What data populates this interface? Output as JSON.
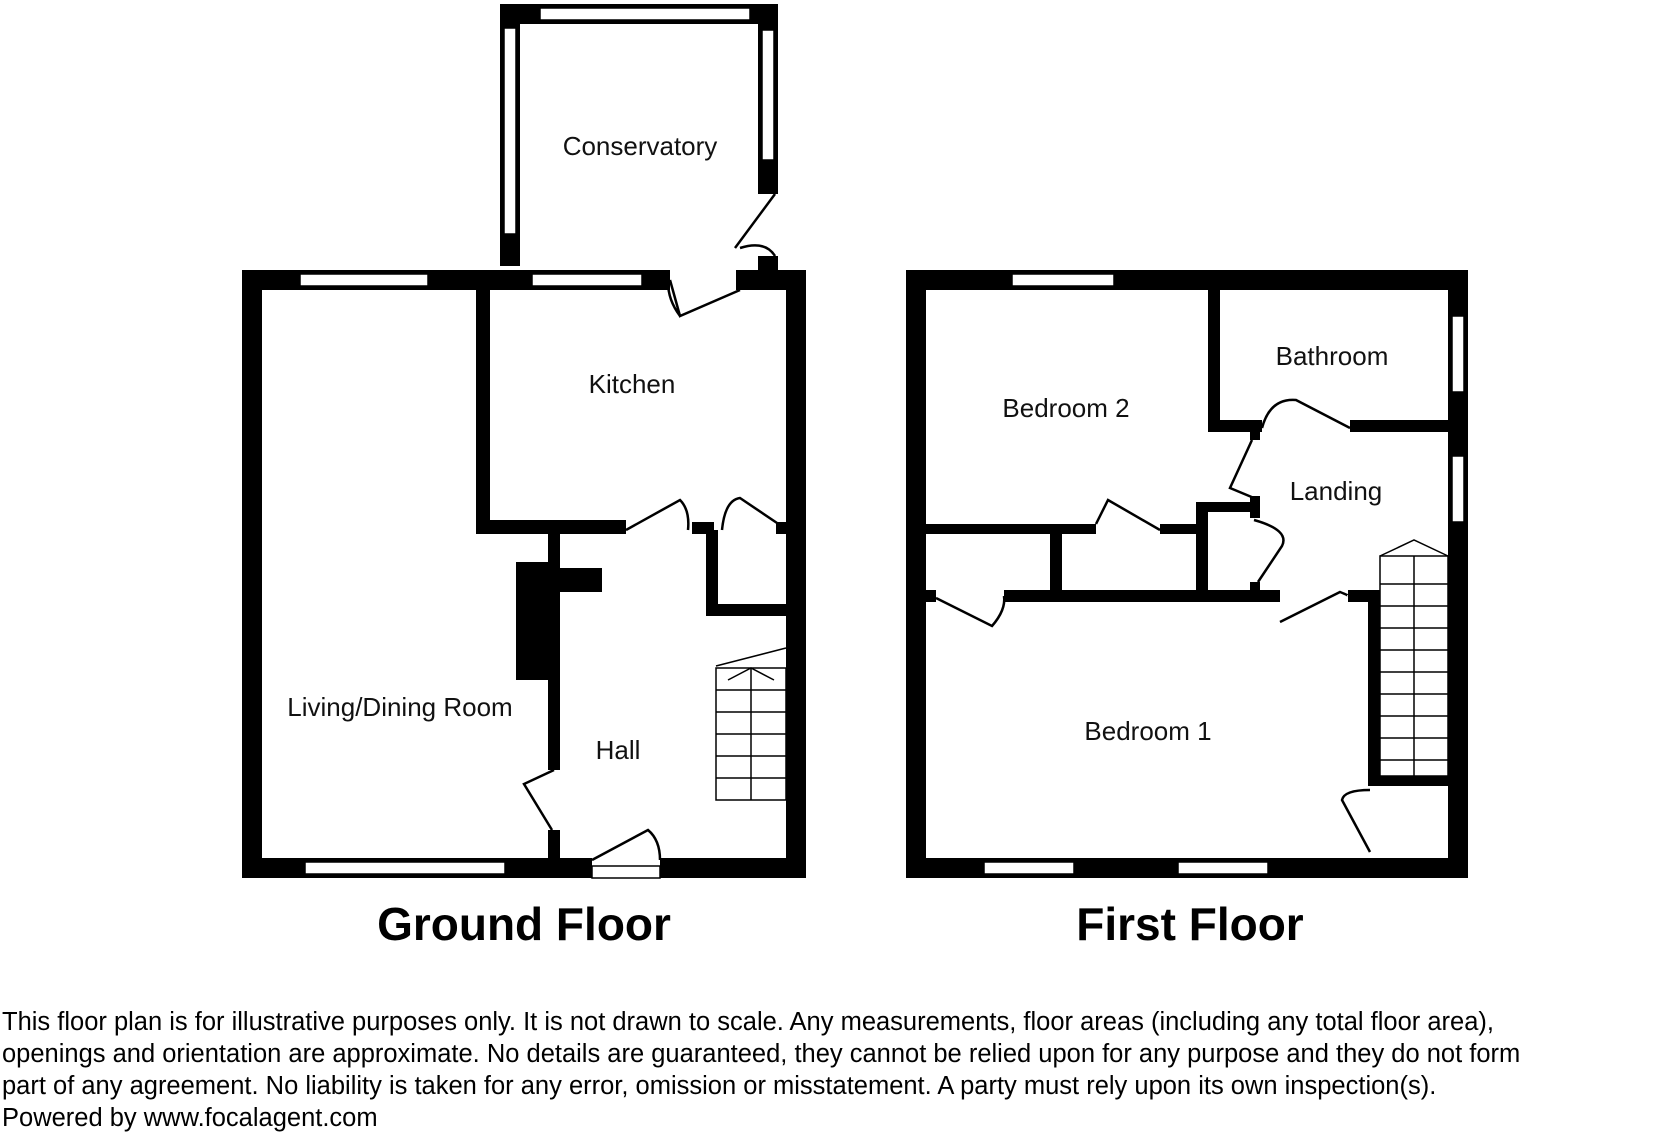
{
  "ground_floor": {
    "title": "Ground Floor",
    "rooms": {
      "conservatory": "Conservatory",
      "kitchen": "Kitchen",
      "living_dining": "Living/Dining Room",
      "hall": "Hall"
    }
  },
  "first_floor": {
    "title": "First Floor",
    "rooms": {
      "bedroom2": "Bedroom 2",
      "bathroom": "Bathroom",
      "landing": "Landing",
      "bedroom1": "Bedroom 1"
    }
  },
  "disclaimer": {
    "line1": "This floor plan is for illustrative purposes only. It is not drawn to scale. Any measurements, floor areas (including any total floor area),",
    "line2": "openings and orientation are approximate. No details are guaranteed, they cannot be relied upon for any purpose and they do not form",
    "line3": "part of any agreement. No liability is taken for any error, omission or misstatement. A party must rely upon its own inspection(s).",
    "powered_by": "Powered by www.focalagent.com"
  }
}
